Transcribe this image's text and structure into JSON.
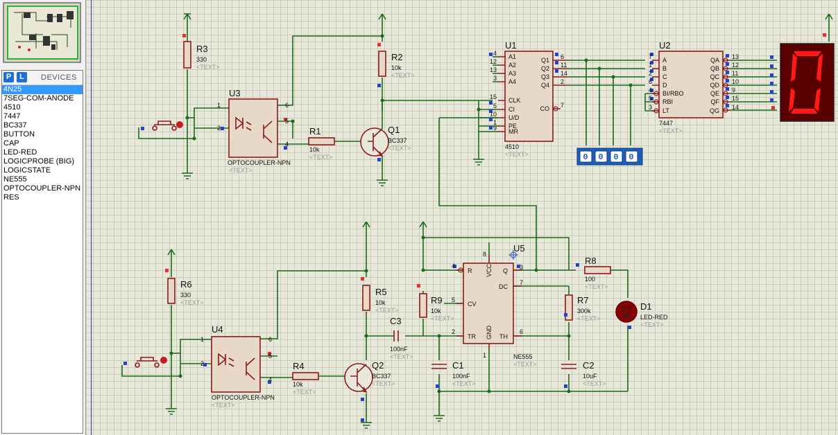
{
  "sidebar": {
    "mode_p": "P",
    "mode_l": "L",
    "devices_title": "DEVICES",
    "devices": [
      "4N25",
      "7SEG-COM-ANODE",
      "4510",
      "7447",
      "BC337",
      "BUTTON",
      "CAP",
      "LED-RED",
      "LOGICPROBE (BIG)",
      "LOGICSTATE",
      "NE555",
      "OPTOCOUPLER-NPN",
      "RES"
    ],
    "selected_index": 0
  },
  "schematic": {
    "text_placeholder": "<TEXT>",
    "R3": {
      "ref": "R3",
      "val": "330"
    },
    "R2": {
      "ref": "R2",
      "val": "10k"
    },
    "R1": {
      "ref": "R1",
      "val": "10k"
    },
    "R6": {
      "ref": "R6",
      "val": "330"
    },
    "R5": {
      "ref": "R5",
      "val": "10k"
    },
    "R4": {
      "ref": "R4",
      "val": "10k"
    },
    "R9": {
      "ref": "R9",
      "val": "10k"
    },
    "R8": {
      "ref": "R8",
      "val": "100"
    },
    "R7": {
      "ref": "R7",
      "val": "300k"
    },
    "C1": {
      "ref": "C1",
      "val": "100nF"
    },
    "C2": {
      "ref": "C2",
      "val": "10uF"
    },
    "C3": {
      "ref": "C3",
      "val": "100nF"
    },
    "D1": {
      "ref": "D1",
      "val": "LED-RED"
    },
    "Q1": {
      "ref": "Q1",
      "val": "BC337"
    },
    "Q2": {
      "ref": "Q2",
      "val": "BC337"
    },
    "U3": {
      "ref": "U3",
      "val": "OPTOCOUPLER-NPN"
    },
    "U4": {
      "ref": "U4",
      "val": "OPTOCOUPLER-NPN"
    },
    "U1": {
      "ref": "U1",
      "val": "4510",
      "left_pins": [
        [
          "4",
          "A1"
        ],
        [
          "12",
          "A2"
        ],
        [
          "13",
          "A3"
        ],
        [
          "3",
          "A4"
        ],
        [
          "15",
          "CLK"
        ],
        [
          "5",
          "CI"
        ],
        [
          "10",
          "U/D"
        ],
        [
          "1",
          "PE"
        ],
        [
          "9",
          "MR"
        ]
      ],
      "right_pins": [
        [
          "6",
          "Q1"
        ],
        [
          "11",
          "Q2"
        ],
        [
          "14",
          "Q3"
        ],
        [
          "2",
          "Q4"
        ],
        [
          "7",
          "CO"
        ]
      ]
    },
    "U2": {
      "ref": "U2",
      "val": "7447",
      "left_pins": [
        [
          "7",
          "A"
        ],
        [
          "1",
          "B"
        ],
        [
          "2",
          "C"
        ],
        [
          "6",
          "D"
        ],
        [
          "4",
          "BI/RBO"
        ],
        [
          "5",
          "RBI"
        ],
        [
          "3",
          "LT"
        ]
      ],
      "right_pins": [
        [
          "13",
          "QA"
        ],
        [
          "12",
          "QB"
        ],
        [
          "11",
          "QC"
        ],
        [
          "10",
          "QD"
        ],
        [
          "9",
          "QE"
        ],
        [
          "15",
          "QF"
        ],
        [
          "14",
          "QG"
        ]
      ]
    },
    "U5": {
      "ref": "U5",
      "val": "NE555",
      "pins": {
        "R": "R",
        "VCC": "VCC",
        "Q": "Q",
        "DC": "DC",
        "CV": "CV",
        "TR": "TR",
        "GND": "GND",
        "TH": "TH"
      },
      "nums": {
        "r": "4",
        "vcc": "8",
        "q": "3",
        "dc": "7",
        "cv": "5",
        "tr": "2",
        "gnd": "1",
        "th": "6"
      }
    },
    "opto_pins": {
      "p1": "1",
      "p2": "2",
      "p4": "4",
      "p5": "5",
      "p6": "6"
    },
    "transistor_pins": {
      "b": "",
      "c": "",
      "e": ""
    },
    "logic_states": [
      "0",
      "0",
      "0",
      "0"
    ],
    "display_digit": "0"
  },
  "colors": {
    "wire": "#1a6b1a",
    "component": "#8b1a1a",
    "body_fill": "#e8d8c8",
    "grid": "#ccccbb",
    "canvas": "#e8e8da",
    "accent": "#3399ff",
    "segment_on": "#ff1a1a",
    "logic_state": "#1d5fb8"
  }
}
